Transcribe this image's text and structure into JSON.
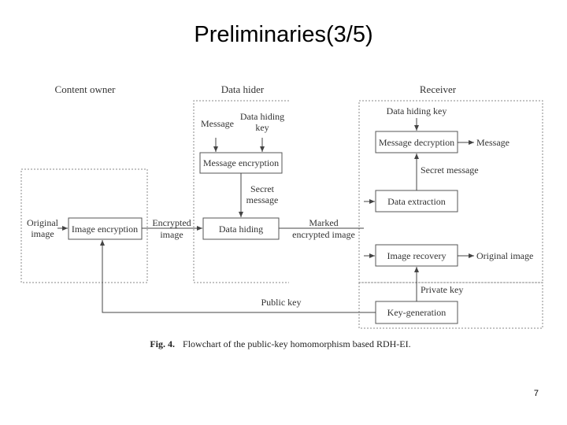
{
  "slide": {
    "title": "Preliminaries(3/5)",
    "page_number": "7"
  },
  "sections": {
    "content_owner": "Content owner",
    "data_hider": "Data hider",
    "receiver": "Receiver"
  },
  "owner": {
    "original_image": [
      "Original",
      "image"
    ],
    "image_encryption": "Image encryption"
  },
  "hider": {
    "message": "Message",
    "data_hiding_key": [
      "Data hiding",
      "key"
    ],
    "message_encryption": "Message encryption",
    "secret_message": [
      "Secret",
      "message"
    ],
    "data_hiding": "Data hiding"
  },
  "flow": {
    "encrypted_image": [
      "Encrypted",
      "image"
    ],
    "marked_encrypted_image": [
      "Marked",
      "encrypted image"
    ],
    "public_key": "Public key"
  },
  "receiver": {
    "data_hiding_key": "Data hiding key",
    "message_decryption": "Message decryption",
    "message_out": "Message",
    "secret_message": "Secret message",
    "data_extraction": "Data extraction",
    "image_recovery": "Image recovery",
    "original_image_out": "Original image",
    "private_key": "Private key",
    "key_generation": "Key-generation"
  },
  "caption": {
    "label": "Fig. 4.",
    "text": "Flowchart of the public-key homomorphism based RDH-EI."
  }
}
